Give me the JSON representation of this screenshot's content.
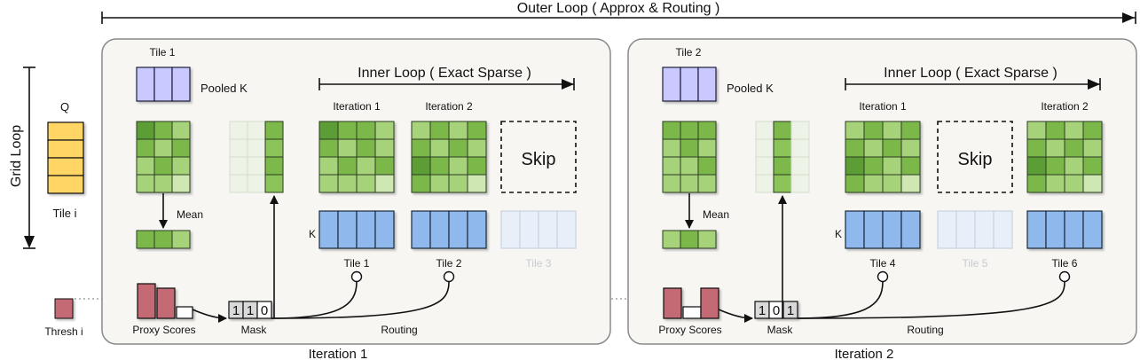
{
  "outer_loop_label": "Outer Loop ( Approx & Routing )",
  "grid_loop_label": "Grid Loop",
  "q_label": "Q",
  "tile_i_label": "Tile i",
  "thresh_label": "Thresh i",
  "colors": {
    "q_tile": "#ffd666",
    "pooled_k": "#c9c8ff",
    "k_tile": "#8fb8ec",
    "proxy_bar": "#c46a74",
    "panel_bg": "#f7f6f3",
    "panel_border": "#8a8a8a"
  },
  "panels": [
    {
      "tile_label": "Tile 1",
      "pooled_label": "Pooled K",
      "mean_label": "Mean",
      "inner_loop_label": "Inner Loop ( Exact Sparse )",
      "k_label": "K",
      "proxy_label": "Proxy Scores",
      "mask_label": "Mask",
      "routing_label": "Routing",
      "iteration_label": "Iteration 1",
      "mask_values": [
        "1",
        "1",
        "0"
      ],
      "skip_label": "Skip",
      "iterations": [
        {
          "label": "Iteration 1",
          "tile": "Tile 1"
        },
        {
          "label": "Iteration 2",
          "tile": "Tile 2"
        },
        {
          "label": "",
          "tile": "Tile 3"
        }
      ]
    },
    {
      "tile_label": "Tile 2",
      "pooled_label": "Pooled K",
      "mean_label": "Mean",
      "inner_loop_label": "Inner Loop ( Exact Sparse )",
      "k_label": "K",
      "proxy_label": "Proxy Scores",
      "mask_label": "Mask",
      "routing_label": "Routing",
      "iteration_label": "Iteration 2",
      "mask_values": [
        "1",
        "0",
        "1"
      ],
      "skip_label": "Skip",
      "iterations": [
        {
          "label": "Iteration 1",
          "tile": "Tile 4"
        },
        {
          "label": "",
          "tile": "Tile 5"
        },
        {
          "label": "Iteration 2",
          "tile": "Tile 6"
        }
      ]
    }
  ]
}
